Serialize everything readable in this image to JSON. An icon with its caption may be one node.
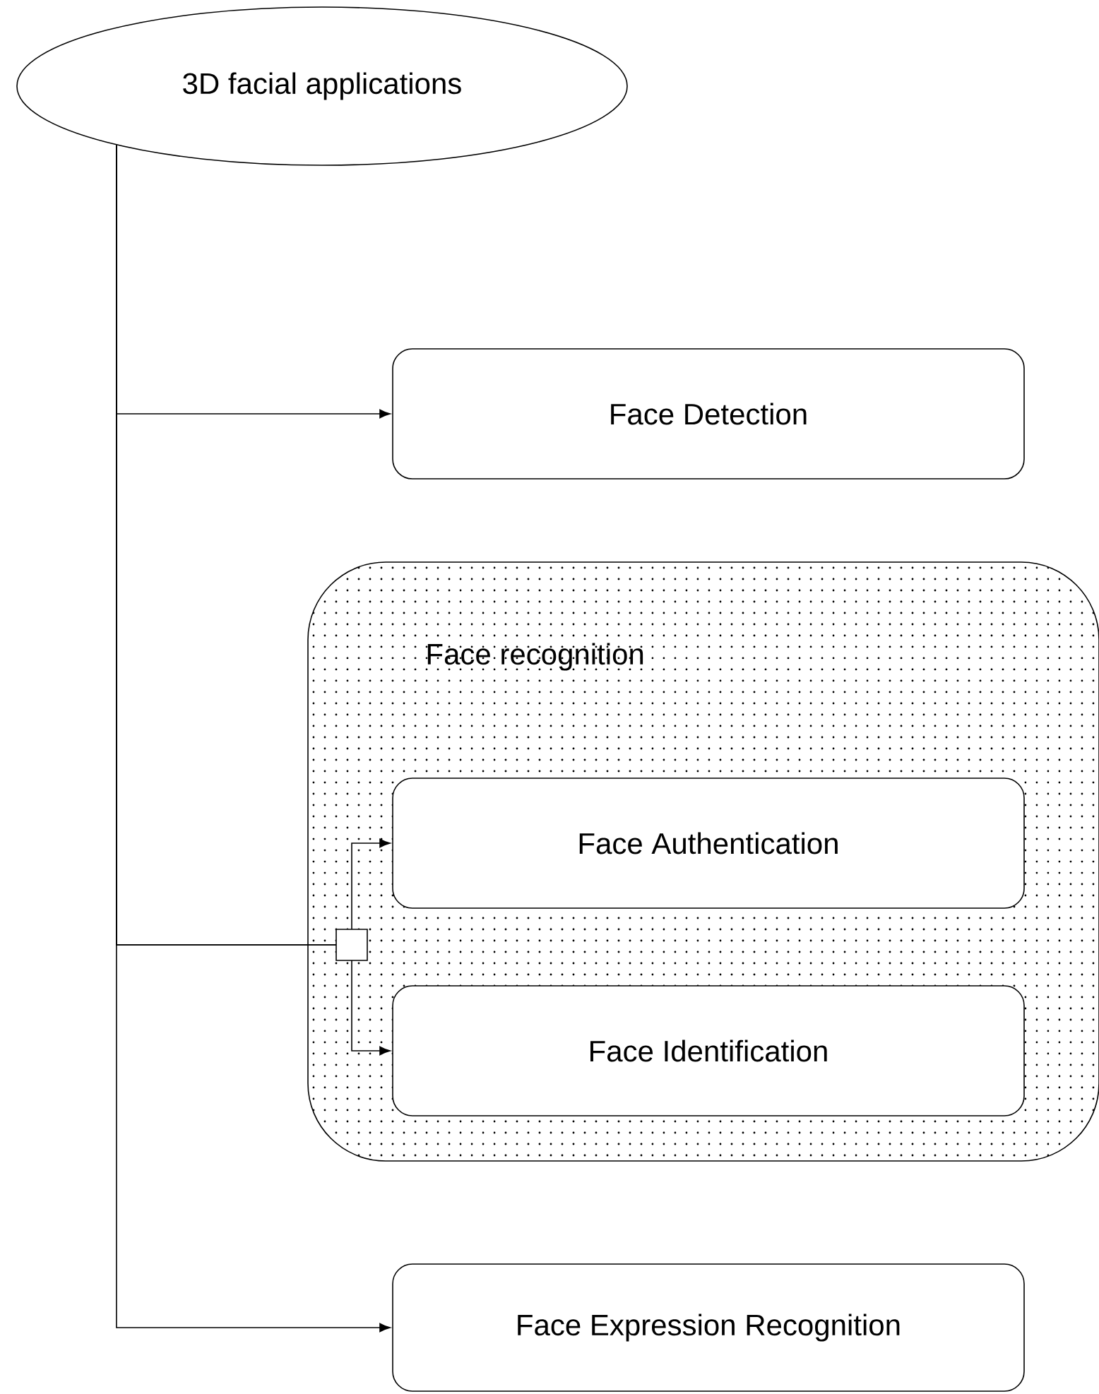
{
  "diagram": {
    "nodes": [
      {
        "text": [
          "3D facial applications"
        ]
      },
      {
        "text": [
          "Face Detection"
        ]
      },
      {
        "text": [
          "Face recognition"
        ]
      },
      {
        "text": [
          "Face Authentication"
        ],
        "in": 2
      },
      {
        "text": [
          "Face Identification"
        ],
        "in": 2
      },
      {
        "text": [
          "Face Expression Recognition"
        ]
      }
    ],
    "edges": [
      {
        "from": 0,
        "to": 1,
        "arrow": "to"
      },
      {
        "from": 0,
        "to": 3,
        "arrow": "to"
      },
      {
        "from": 0,
        "to": 4,
        "arrow": "to"
      },
      {
        "from": 0,
        "to": 5,
        "arrow": "to"
      }
    ]
  }
}
